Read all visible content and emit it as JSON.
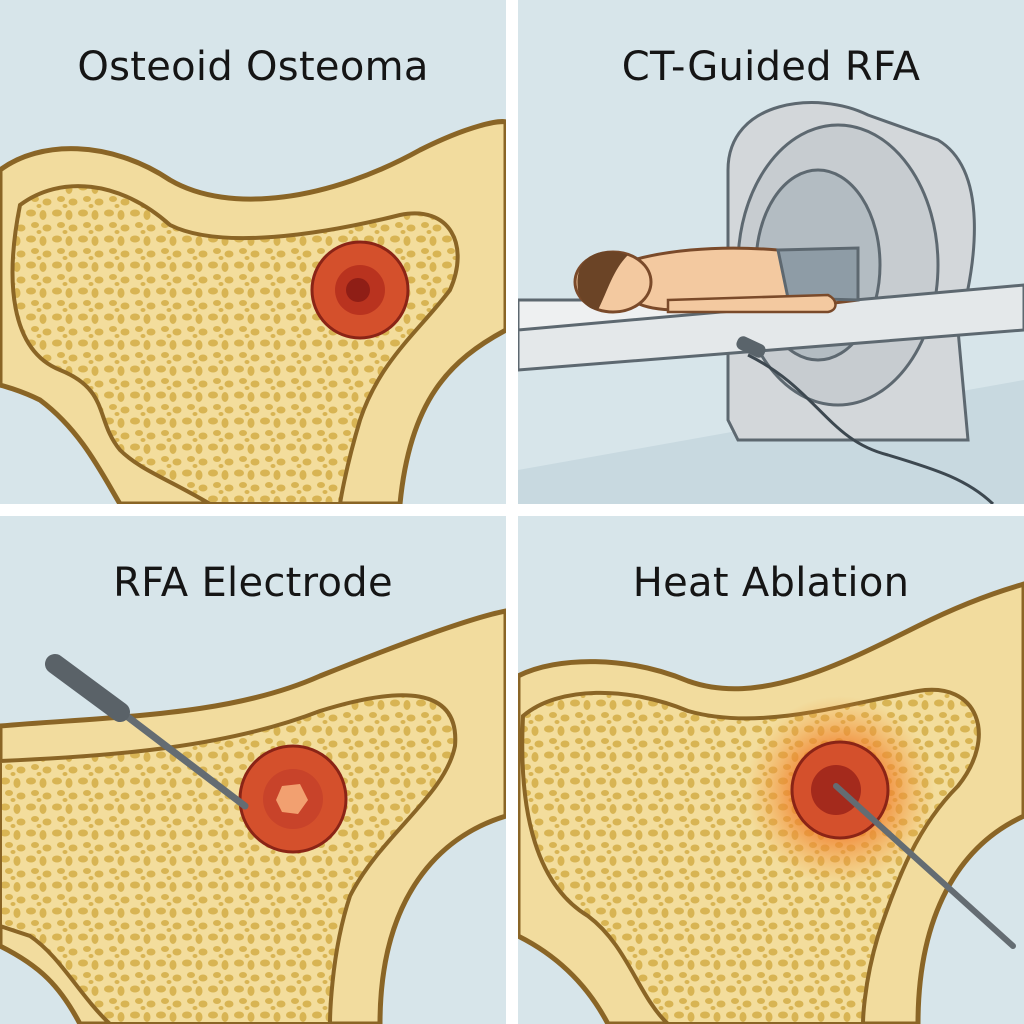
{
  "panels": [
    {
      "title": "Osteoid Osteoma"
    },
    {
      "title": "CT-Guided RFA"
    },
    {
      "title": "RFA Electrode"
    },
    {
      "title": "Heat Ablation"
    }
  ],
  "colors": {
    "background": "#d7e5ea",
    "bone_cortex": "#f2dc9e",
    "bone_outline": "#8a6526",
    "trabecular": "#d8b453",
    "lesion": "#d4502c",
    "lesion_core": "#9a2418",
    "scanner": "#d3d7da",
    "electrode": "#646c72"
  }
}
